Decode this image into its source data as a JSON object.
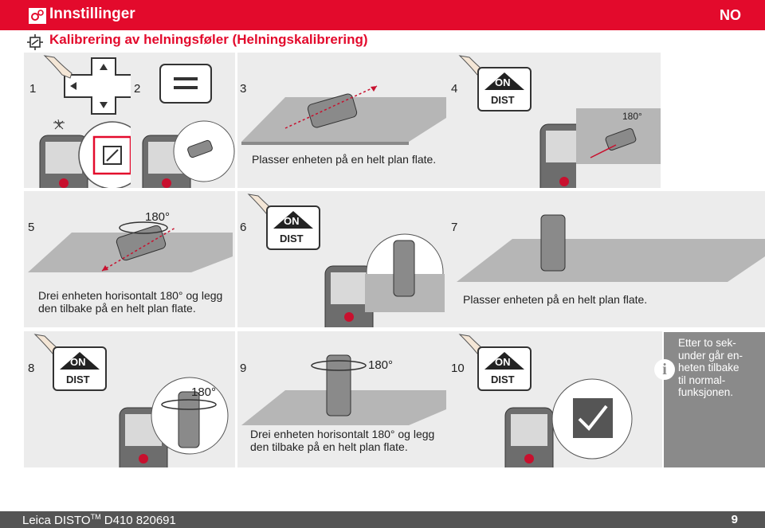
{
  "header": {
    "title": "Innstillinger",
    "lang": "NO"
  },
  "section": {
    "title": "Kalibrering av helningsføler (Helningskalibrering)"
  },
  "keys": {
    "on": "ON",
    "dist": "DIST"
  },
  "angle": "180°",
  "steps": [
    {
      "num": "1"
    },
    {
      "num": "2"
    },
    {
      "num": "3",
      "caption": "Plasser enheten på en helt plan flate."
    },
    {
      "num": "4"
    },
    {
      "num": "5",
      "caption_lines": [
        "Drei enheten horisontalt 180° og legg",
        "den tilbake på en helt plan flate."
      ]
    },
    {
      "num": "6"
    },
    {
      "num": "7",
      "caption": "Plasser enheten på en helt plan flate."
    },
    {
      "num": "8"
    },
    {
      "num": "9",
      "caption_lines": [
        "Drei enheten horisontalt 180° og legg",
        "den tilbake på en helt plan flate."
      ]
    },
    {
      "num": "10"
    }
  ],
  "info": {
    "text": "Etter to sek-under går en-heten tilbake til normal-funksjonen.",
    "lines": [
      "Etter to sek-",
      "under går en-",
      "heten tilbake",
      "til normal-",
      "funksjonen."
    ],
    "icon": "info-icon"
  },
  "footer": {
    "brand": "Leica DISTO",
    "tm": "TM",
    "model": "D410 820691",
    "page": "9"
  },
  "colors": {
    "accent": "#e30a2c",
    "panel": "#ececec",
    "dark": "#555555"
  }
}
